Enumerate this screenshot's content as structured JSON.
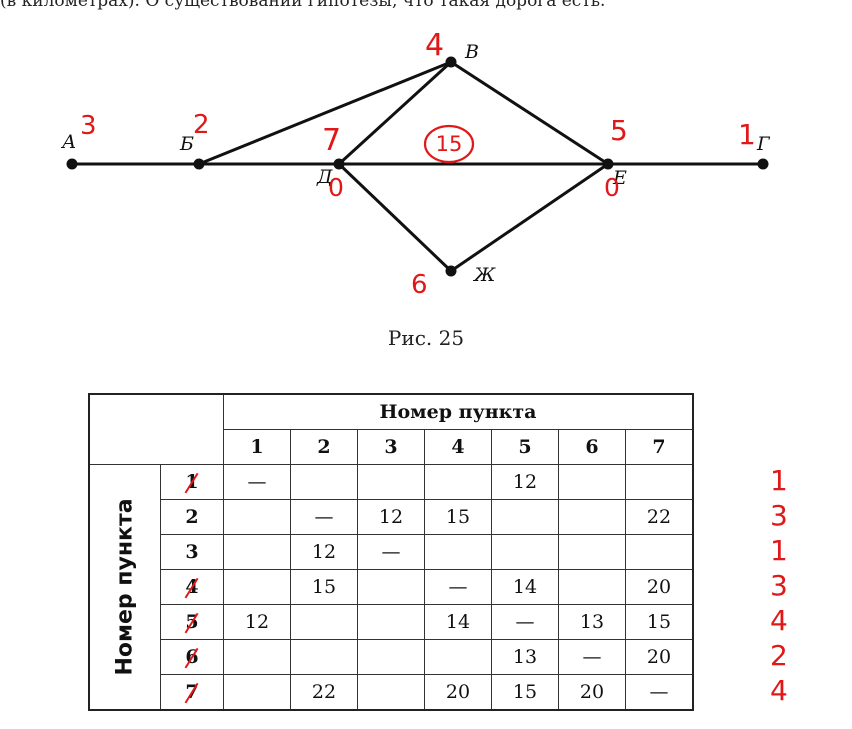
{
  "header_fragment": "(в километрах). О существовании гипотезы, что такая дорога есть.",
  "graph": {
    "vertices": [
      {
        "id": "A",
        "label": "А",
        "mark": "3"
      },
      {
        "id": "B",
        "label": "Б",
        "mark": "2"
      },
      {
        "id": "V",
        "label": "В",
        "mark": "4"
      },
      {
        "id": "D",
        "label": "Д",
        "mark": "7"
      },
      {
        "id": "E",
        "label": "Е",
        "mark": "5"
      },
      {
        "id": "G",
        "label": "Г",
        "mark": "1"
      },
      {
        "id": "ZH",
        "label": "Ж",
        "mark": "6"
      }
    ],
    "edges": [
      [
        "A",
        "B"
      ],
      [
        "B",
        "D"
      ],
      [
        "D",
        "E"
      ],
      [
        "E",
        "G"
      ],
      [
        "B",
        "V"
      ],
      [
        "V",
        "D"
      ],
      [
        "V",
        "E"
      ],
      [
        "D",
        "ZH"
      ],
      [
        "ZH",
        "E"
      ]
    ],
    "annotations": {
      "circled_value": "15",
      "mark_under_D": "0",
      "mark_under_E": "0"
    }
  },
  "caption": "Рис. 25",
  "table": {
    "title": "Номер пункта",
    "side_title": "Номер пункта",
    "col_headers": [
      "1",
      "2",
      "3",
      "4",
      "5",
      "6",
      "7"
    ],
    "rows": [
      {
        "label": "1",
        "struck": true,
        "cells": [
          "—",
          "",
          "",
          "",
          "12",
          "",
          ""
        ],
        "note": "1"
      },
      {
        "label": "2",
        "struck": false,
        "cells": [
          "",
          "—",
          "12",
          "15",
          "",
          "",
          "22"
        ],
        "note": "3"
      },
      {
        "label": "3",
        "struck": false,
        "cells": [
          "",
          "12",
          "—",
          "",
          "",
          "",
          ""
        ],
        "note": "1"
      },
      {
        "label": "4",
        "struck": true,
        "cells": [
          "",
          "15",
          "",
          "—",
          "14",
          "",
          "20"
        ],
        "note": "3"
      },
      {
        "label": "5",
        "struck": true,
        "cells": [
          "12",
          "",
          "",
          "14",
          "—",
          "13",
          "15"
        ],
        "note": "4"
      },
      {
        "label": "6",
        "struck": true,
        "cells": [
          "",
          "",
          "",
          "",
          "13",
          "—",
          "20"
        ],
        "note": "2"
      },
      {
        "label": "7",
        "struck": true,
        "cells": [
          "",
          "22",
          "",
          "20",
          "15",
          "20",
          "—"
        ],
        "note": "4"
      }
    ]
  },
  "colors": {
    "ink": "#111111",
    "annotation": "#e01818"
  }
}
